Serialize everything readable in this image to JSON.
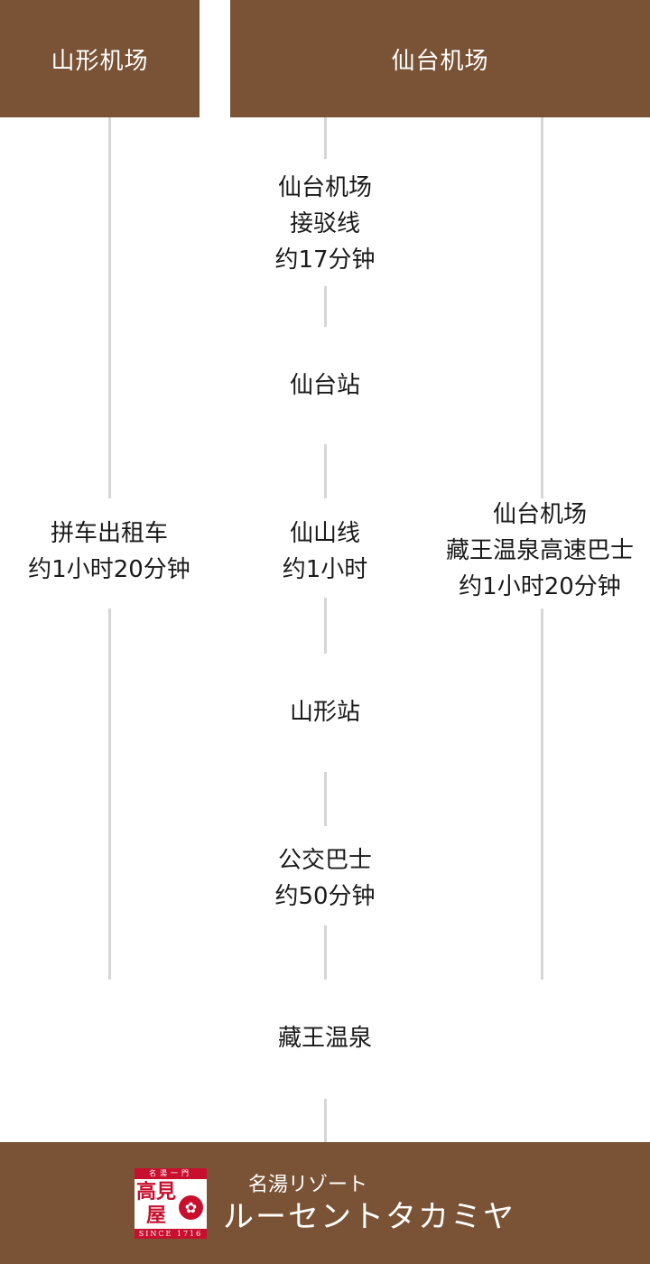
{
  "headers": {
    "left": "山形机场",
    "right": "仙台机场"
  },
  "middle_route": {
    "step1": [
      "仙台机场",
      "接驳线",
      "约17分钟"
    ],
    "station1": "仙台站",
    "step2": [
      "仙山线",
      "约1小时"
    ],
    "station2": "山形站",
    "step3": [
      "公交巴士",
      "约50分钟"
    ]
  },
  "left_route": [
    "拼车出租车",
    "约1小时20分钟"
  ],
  "right_route": [
    "仙台机场",
    "藏王温泉高速巴士",
    "约1小时20分钟"
  ],
  "destination": "藏王温泉",
  "footer": {
    "logo_top": "名湯一門",
    "logo_kanji": "高見屋",
    "logo_crest": "✿",
    "logo_since": "SINCE 1716",
    "subtitle": "名湯リゾート",
    "title": "ルーセントタカミヤ"
  },
  "colors": {
    "brand_brown": "#7a5336",
    "line_gray": "#d6d6d6",
    "logo_red": "#c8102e"
  }
}
